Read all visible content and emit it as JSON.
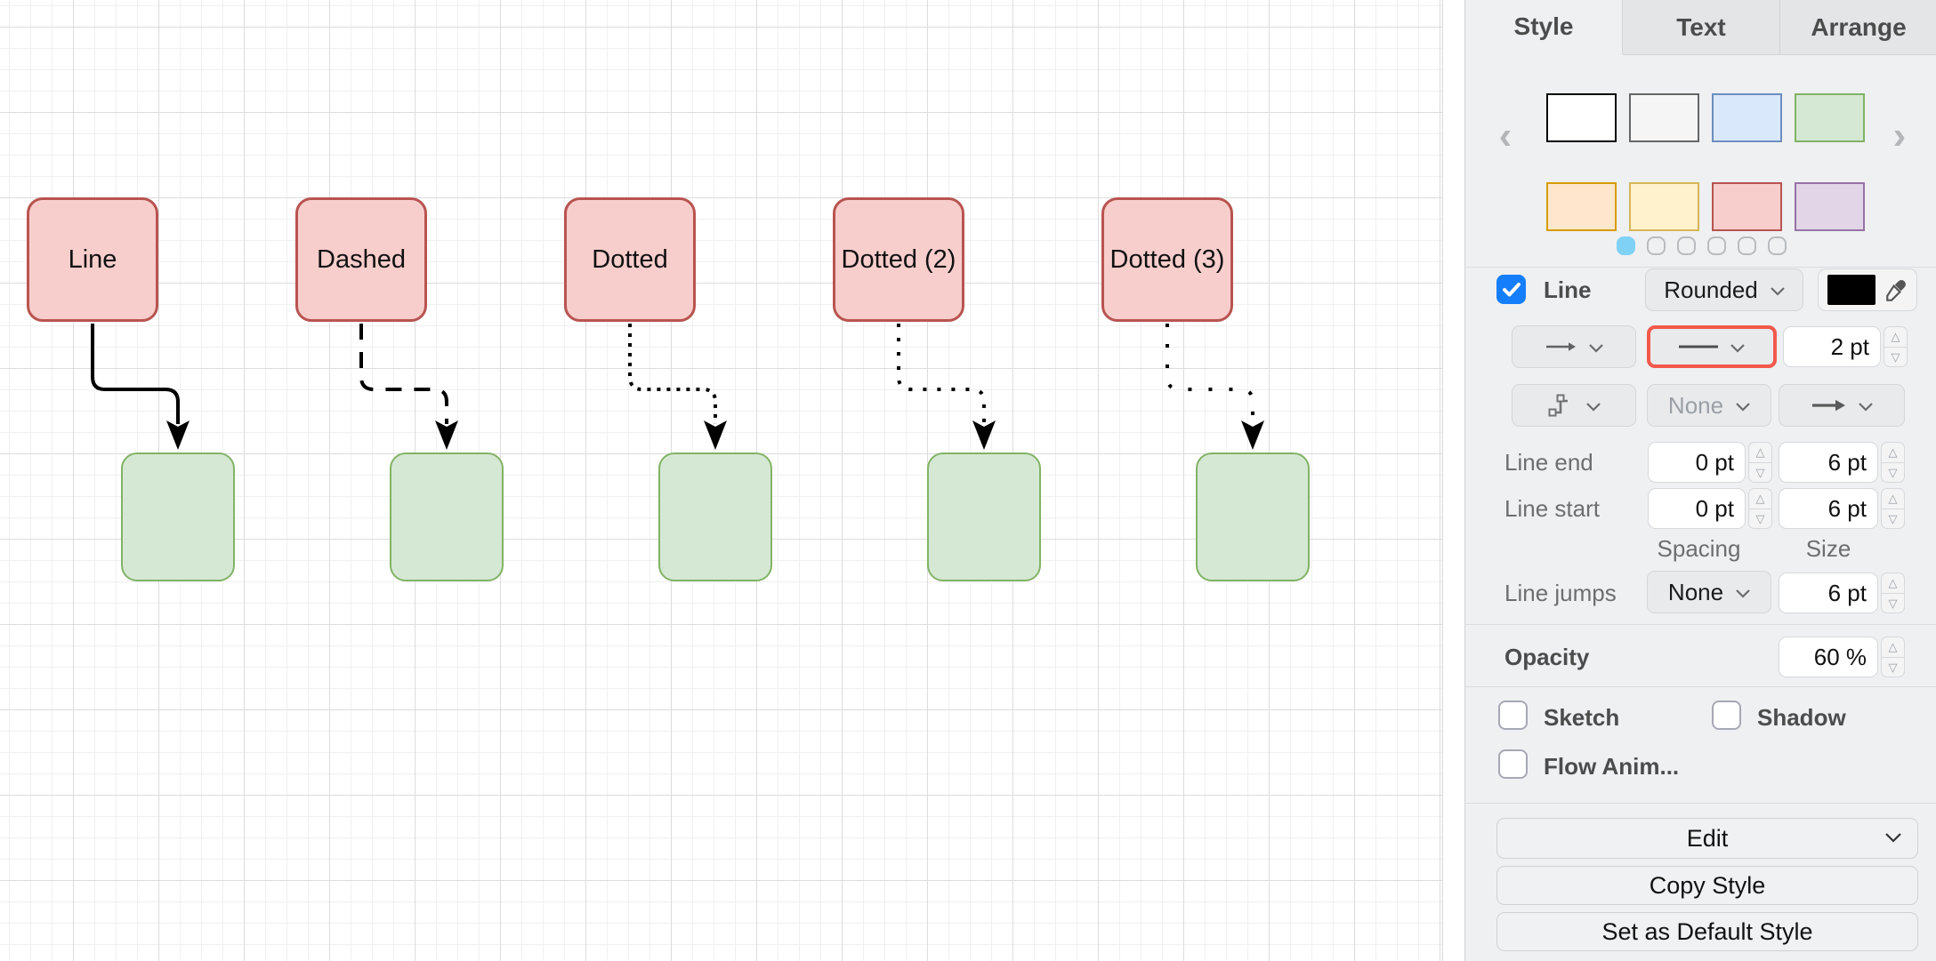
{
  "canvas": {
    "nodes": [
      {
        "label": "Line",
        "style": "solid"
      },
      {
        "label": "Dashed",
        "style": "dashed"
      },
      {
        "label": "Dotted",
        "style": "dotted-fine"
      },
      {
        "label": "Dotted (2)",
        "style": "dotted-medium"
      },
      {
        "label": "Dotted (3)",
        "style": "dotted-sparse"
      }
    ],
    "colors": {
      "source_fill": "#f8cecc",
      "source_stroke": "#b85450",
      "target_fill": "#d5e8d4",
      "target_stroke": "#82b366",
      "connector": "#000000"
    }
  },
  "panel": {
    "tabs": [
      {
        "label": "Style",
        "active": true
      },
      {
        "label": "Text",
        "active": false
      },
      {
        "label": "Arrange",
        "active": false
      }
    ],
    "style_presets": {
      "colors": [
        {
          "fill": "#ffffff",
          "stroke": "#000000"
        },
        {
          "fill": "#f5f5f5",
          "stroke": "#666666"
        },
        {
          "fill": "#dae8fc",
          "stroke": "#6c8ebf"
        },
        {
          "fill": "#d5e8d4",
          "stroke": "#82b366"
        },
        {
          "fill": "#ffe6cc",
          "stroke": "#d79b00"
        },
        {
          "fill": "#fff2cc",
          "stroke": "#d6b656"
        },
        {
          "fill": "#f8cecc",
          "stroke": "#b85450"
        },
        {
          "fill": "#e1d5e7",
          "stroke": "#9673a6"
        }
      ],
      "page_count": 6,
      "active_page": 0
    },
    "line_row": {
      "label": "Line",
      "checked": true,
      "corner_style": "Rounded",
      "line_color": "#000000"
    },
    "width_row": {
      "width_value": "2 pt"
    },
    "connector_row": {
      "option": "None"
    },
    "line_end": {
      "label": "Line end",
      "spacing": "0 pt",
      "size": "6 pt"
    },
    "line_start": {
      "label": "Line start",
      "spacing": "0 pt",
      "size": "6 pt"
    },
    "column_labels": {
      "spacing": "Spacing",
      "size": "Size"
    },
    "line_jumps": {
      "label": "Line jumps",
      "value": "None",
      "size": "6 pt"
    },
    "opacity": {
      "label": "Opacity",
      "value": "60 %"
    },
    "toggles": [
      {
        "label": "Sketch",
        "checked": false
      },
      {
        "label": "Shadow",
        "checked": false
      },
      {
        "label": "Flow Anim...",
        "checked": false
      }
    ],
    "buttons": {
      "edit": "Edit",
      "copy_style": "Copy Style",
      "set_default": "Set as Default Style"
    },
    "accent_colors": {
      "checkbox_blue": "#157efb",
      "highlight_red": "#f2594b",
      "pager_dot_blue": "#7fd1f5"
    }
  }
}
